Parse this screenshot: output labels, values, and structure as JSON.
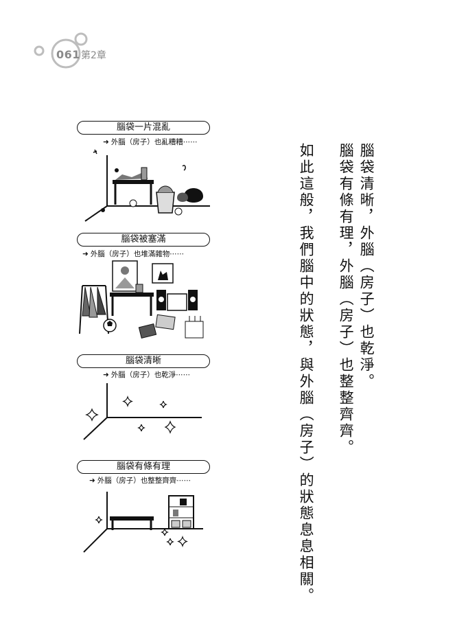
{
  "header": {
    "page_number": "061",
    "chapter": "第2章"
  },
  "panels": [
    {
      "title": "腦袋一片混亂",
      "sub": "外腦（房子）也亂糟糟⋯⋯",
      "icon": "messy-room-illustration"
    },
    {
      "title": "腦袋被塞滿",
      "sub": "外腦（房子）也堆滿雜物⋯⋯",
      "icon": "cluttered-room-illustration"
    },
    {
      "title": "腦袋清晰",
      "sub": "外腦（房子）也乾淨⋯⋯",
      "icon": "clean-room-illustration"
    },
    {
      "title": "腦袋有條有理",
      "sub": "外腦（房子）也整整齊齊⋯⋯",
      "icon": "tidy-room-illustration"
    }
  ],
  "body_text": {
    "col1": "腦袋清晰，外腦（房子）也乾淨。",
    "col2": "腦袋有條有理，外腦（房子）也整整齊齊。",
    "col3": "如此這般，我們腦中的狀態，與外腦（房子）的狀態息息相關。"
  }
}
